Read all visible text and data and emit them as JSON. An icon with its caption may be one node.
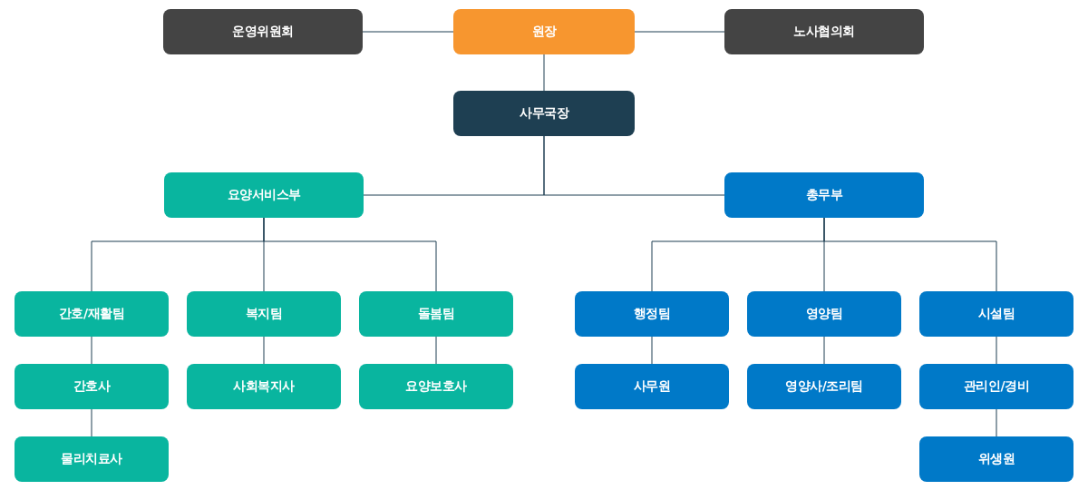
{
  "diagram": {
    "nodes": [
      {
        "text": [
          "운영위원회"
        ]
      },
      {
        "text": [
          "원장"
        ]
      },
      {
        "text": [
          "노사협의회"
        ]
      },
      {
        "text": [
          "사무국장"
        ]
      },
      {
        "text": [
          "요양서비스부"
        ]
      },
      {
        "text": [
          "총무부"
        ]
      },
      {
        "text": [
          "간호/재활팀"
        ]
      },
      {
        "text": [
          "복지팀"
        ]
      },
      {
        "text": [
          "돌봄팀"
        ]
      },
      {
        "text": [
          "행정팀"
        ]
      },
      {
        "text": [
          "영양팀"
        ]
      },
      {
        "text": [
          "시설팀"
        ]
      },
      {
        "text": [
          "간호사"
        ]
      },
      {
        "text": [
          "사회복지사"
        ]
      },
      {
        "text": [
          "요양보호사"
        ]
      },
      {
        "text": [
          "사무원"
        ]
      },
      {
        "text": [
          "영양사/조리팀"
        ]
      },
      {
        "text": [
          "관리인/경비"
        ]
      },
      {
        "text": [
          "물리치료사"
        ]
      },
      {
        "text": [
          "위생원"
        ]
      }
    ],
    "edges": [
      {
        "from": 1,
        "to": 0,
        "arrow": "none"
      },
      {
        "from": 1,
        "to": 2,
        "arrow": "none"
      },
      {
        "from": 1,
        "to": 3,
        "arrow": "none"
      },
      {
        "from": 3,
        "to": 4,
        "arrow": "none"
      },
      {
        "from": 3,
        "to": 5,
        "arrow": "none"
      },
      {
        "from": 4,
        "to": 6,
        "arrow": "none"
      },
      {
        "from": 4,
        "to": 7,
        "arrow": "none"
      },
      {
        "from": 4,
        "to": 8,
        "arrow": "none"
      },
      {
        "from": 5,
        "to": 9,
        "arrow": "none"
      },
      {
        "from": 5,
        "to": 10,
        "arrow": "none"
      },
      {
        "from": 5,
        "to": 11,
        "arrow": "none"
      },
      {
        "from": 6,
        "to": 12,
        "arrow": "none"
      },
      {
        "from": 12,
        "to": 18,
        "arrow": "none"
      },
      {
        "from": 7,
        "to": 13,
        "arrow": "none"
      },
      {
        "from": 8,
        "to": 14,
        "arrow": "none"
      },
      {
        "from": 9,
        "to": 15,
        "arrow": "none"
      },
      {
        "from": 10,
        "to": 16,
        "arrow": "none"
      },
      {
        "from": 11,
        "to": 17,
        "arrow": "none"
      },
      {
        "from": 17,
        "to": 19,
        "arrow": "none"
      }
    ]
  }
}
